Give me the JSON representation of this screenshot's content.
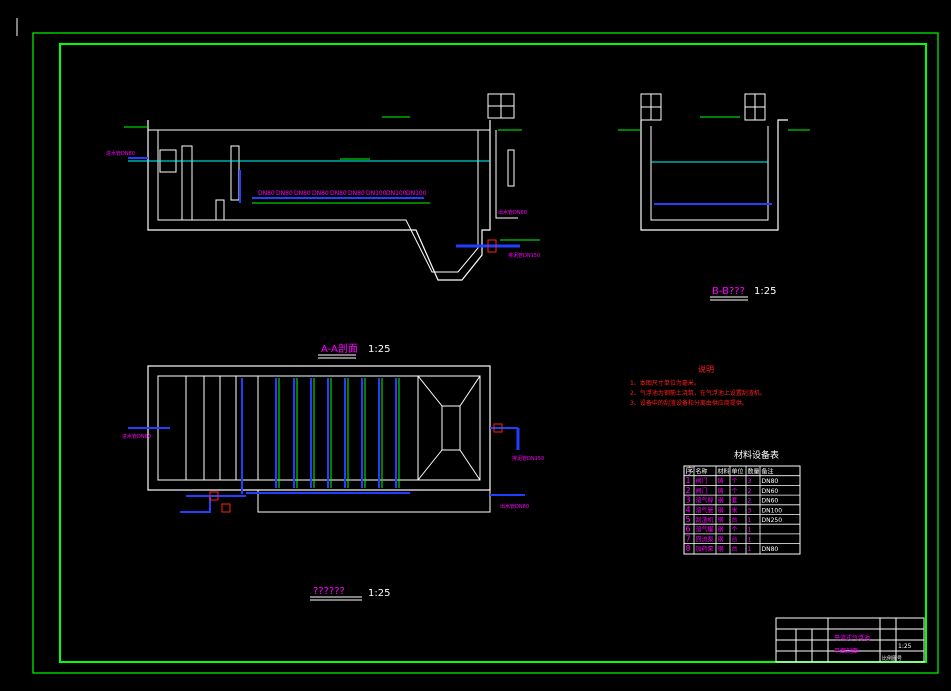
{
  "colors": {
    "background": "#000000",
    "frame": "#00ff00",
    "outline": "#ffffff",
    "water": "#00ffff",
    "pipe": "#2040ff",
    "dim_green": "#00ff00",
    "label_magenta": "#ff00ff",
    "notes_red": "#ff2020",
    "title_white": "#ffffff"
  },
  "section_aa": {
    "title": "A-A剖面",
    "scale": "1:25"
  },
  "section_bb": {
    "title": "B-B???",
    "scale": "1:25"
  },
  "plan_view": {
    "title": "??????",
    "scale": "1:25"
  },
  "pipe_labels": {
    "inlet": "进水管DN80",
    "drain": "排泥管DN150",
    "outlet": "出水管DN80",
    "dn_list": [
      "DN80",
      "DN80",
      "DN80",
      "DN80",
      "DN80",
      "DN80",
      "DN100",
      "DN100",
      "DN100"
    ]
  },
  "notes": {
    "heading": "说明",
    "items": [
      "1、本图尺寸单位为毫米。",
      "2、气浮池为钢筋土浇筑，在气浮池上设置刮渣机。",
      "3、设备中的刮渣设备和分离由供应商提供。"
    ]
  },
  "materials": {
    "heading": "材料设备表",
    "columns": [
      "序",
      "名称",
      "材料",
      "单位",
      "数量",
      "备注"
    ],
    "rows": [
      [
        "1",
        "阀门",
        "铸",
        "个",
        "3",
        "DN80"
      ],
      [
        "2",
        "阀门",
        "铸",
        "个",
        "2",
        "DN60"
      ],
      [
        "3",
        "溶气释",
        "钢",
        "套",
        "2",
        "DN60"
      ],
      [
        "4",
        "溶气管",
        "钢",
        "米",
        "3",
        "DN100"
      ],
      [
        "5",
        "刮渣机",
        "钢",
        "台",
        "1",
        "DN250"
      ],
      [
        "6",
        "溶气罐",
        "钢",
        "个",
        "1",
        ""
      ],
      [
        "7",
        "回流泵",
        "钢",
        "台",
        "1",
        ""
      ],
      [
        "8",
        "加药泵",
        "钢",
        "台",
        "1",
        "DN80"
      ]
    ]
  },
  "title_block": {
    "project": "平流式气浮池",
    "drawing": "平面剖面",
    "scale": "1:25",
    "sheet": "比例图号"
  }
}
